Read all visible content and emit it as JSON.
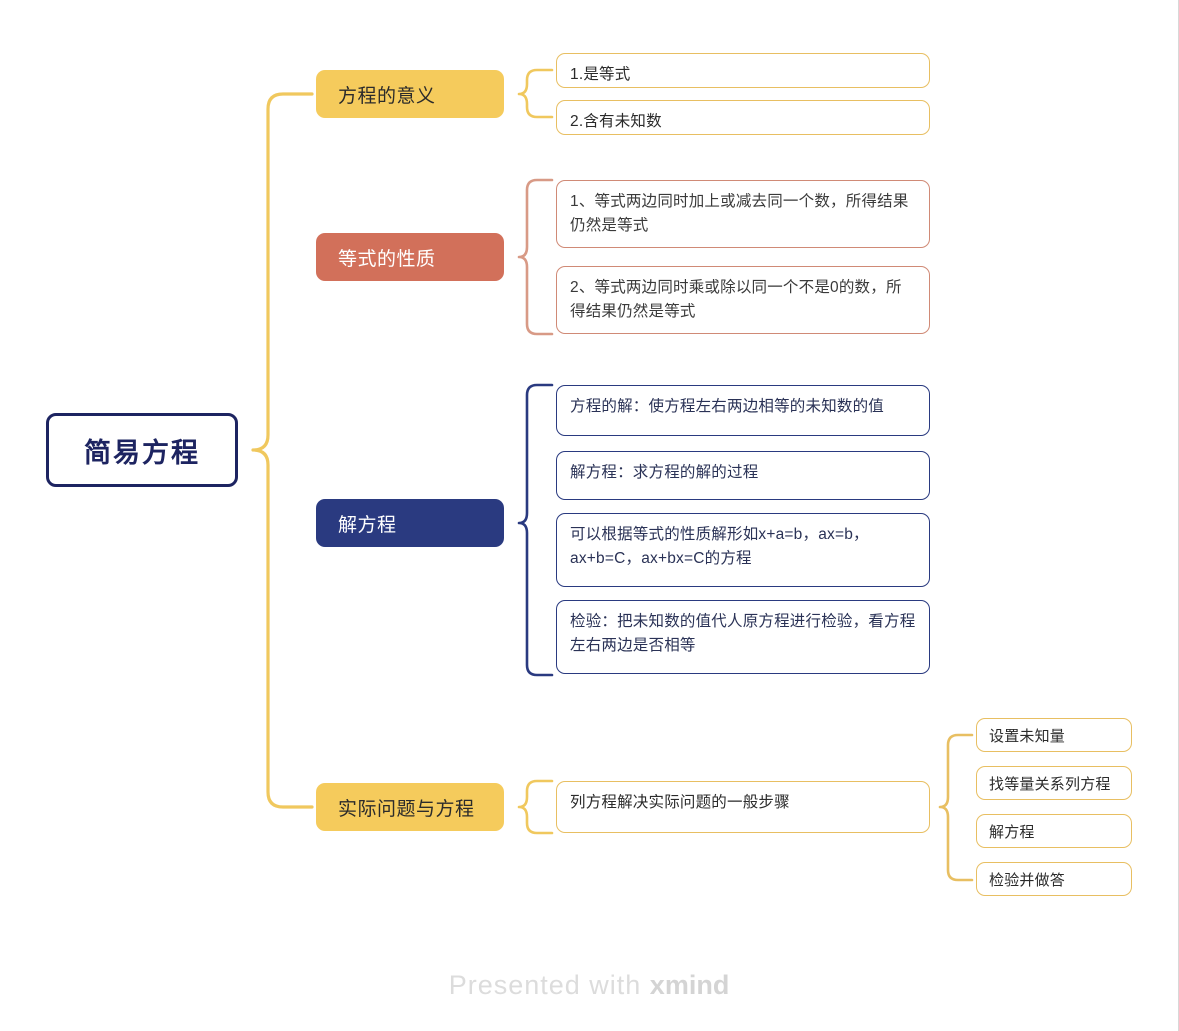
{
  "root": {
    "label": "简易方程"
  },
  "branches": [
    {
      "label": "方程的意义",
      "color": "amber",
      "leaves": [
        {
          "label": "1.是等式"
        },
        {
          "label": "2.含有未知数"
        }
      ]
    },
    {
      "label": "等式的性质",
      "color": "terra",
      "leaves": [
        {
          "label": "1、等式两边同时加上或减去同一个数，所得结果仍然是等式"
        },
        {
          "label": "2、等式两边同时乘或除以同一个不是0的数，所得结果仍然是等式"
        }
      ]
    },
    {
      "label": "解方程",
      "color": "navy",
      "leaves": [
        {
          "label": "方程的解：使方程左右两边相等的未知数的值"
        },
        {
          "label": "解方程：求方程的解的过程"
        },
        {
          "label": "可以根据等式的性质解形如x+a=b，ax=b，ax+b=C，ax+bx=C的方程"
        },
        {
          "label": "检验：把未知数的值代人原方程进行检验，看方程左右两边是否相等"
        }
      ]
    },
    {
      "label": "实际问题与方程",
      "color": "amber",
      "leaves": [
        {
          "label": "列方程解决实际问题的一般步骤"
        }
      ],
      "subleaves": [
        {
          "label": "设置未知量"
        },
        {
          "label": "找等量关系列方程"
        },
        {
          "label": "解方程"
        },
        {
          "label": "检验并做答"
        }
      ]
    }
  ],
  "footer": {
    "prefix": "Presented with ",
    "brand": "xmind"
  },
  "colors": {
    "amber": "#f5cb5c",
    "amber_border": "#e8bf62",
    "terracotta": "#d2705a",
    "terracotta_border": "#d08a76",
    "navy": "#2a3a80",
    "root_border": "#1d2461",
    "background": "#ffffff",
    "watermark": "#dcdcdc"
  }
}
